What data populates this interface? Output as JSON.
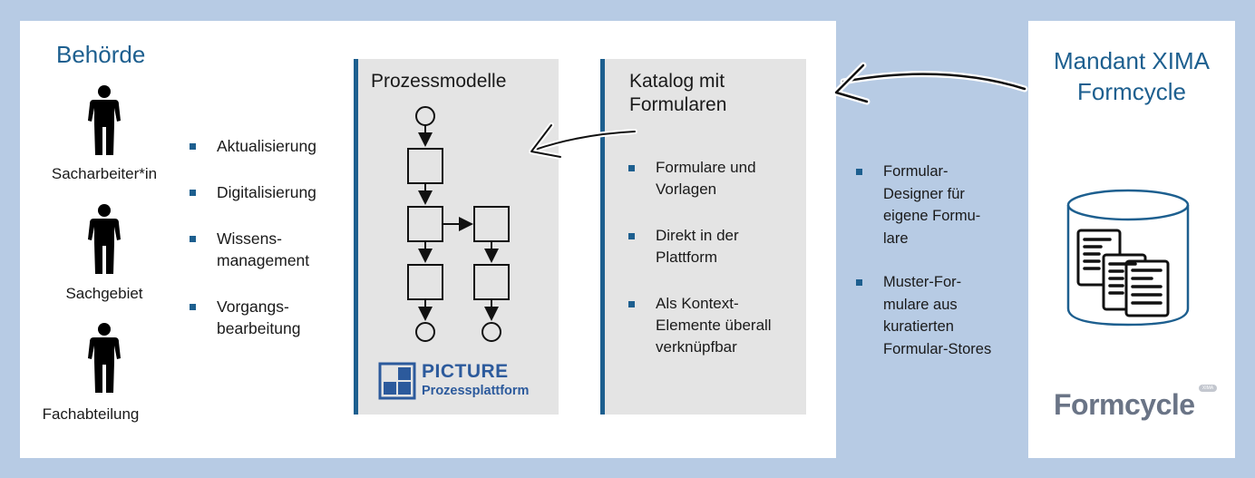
{
  "behoerde": {
    "title": "Behörde",
    "roles": [
      {
        "label": "Sacharbeiter*in",
        "icon": "person-icon"
      },
      {
        "label": "Sachgebiet",
        "icon": "person-icon"
      },
      {
        "label": "Fachabteilung",
        "icon": "person-icon"
      }
    ],
    "bullets": [
      {
        "line1": "Aktualisierung",
        "line2": ""
      },
      {
        "line1": "Digitalisierung",
        "line2": ""
      },
      {
        "line1": "Wissens-",
        "line2": "management"
      },
      {
        "line1": "Vorgangs-",
        "line2": "bearbeitung"
      }
    ]
  },
  "prozessmodelle": {
    "title": "Prozessmodelle",
    "diagram_icon": "process-flow-icon",
    "logo": {
      "name": "PICTURE",
      "subtitle": "Prozessplattform",
      "icon": "picture-logo-icon"
    }
  },
  "katalog": {
    "title_line1": "Katalog mit",
    "title_line2": "Formularen",
    "bullets": [
      [
        "Formulare und",
        "Vorlagen"
      ],
      [
        "Direkt in der",
        "Plattform"
      ],
      [
        "Als Kontext-",
        "Elemente überall",
        "verknüpfbar"
      ]
    ]
  },
  "formcycle_features": {
    "bullets": [
      [
        "Formular-",
        "Designer für",
        "eigene Formu-",
        "lare"
      ],
      [
        "Muster-For-",
        "mulare aus",
        "kuratierten",
        "Formular-Stores"
      ]
    ]
  },
  "mandant": {
    "title_line1": "Mandant XIMA",
    "title_line2": "Formcycle",
    "database_icon": "database-documents-icon",
    "logo_text": "Formcycle",
    "logo_badge": "XIMA"
  },
  "colors": {
    "accent_blue": "#1d5f8f",
    "background": "#b7cbe4",
    "box_gray": "#e4e4e4"
  }
}
